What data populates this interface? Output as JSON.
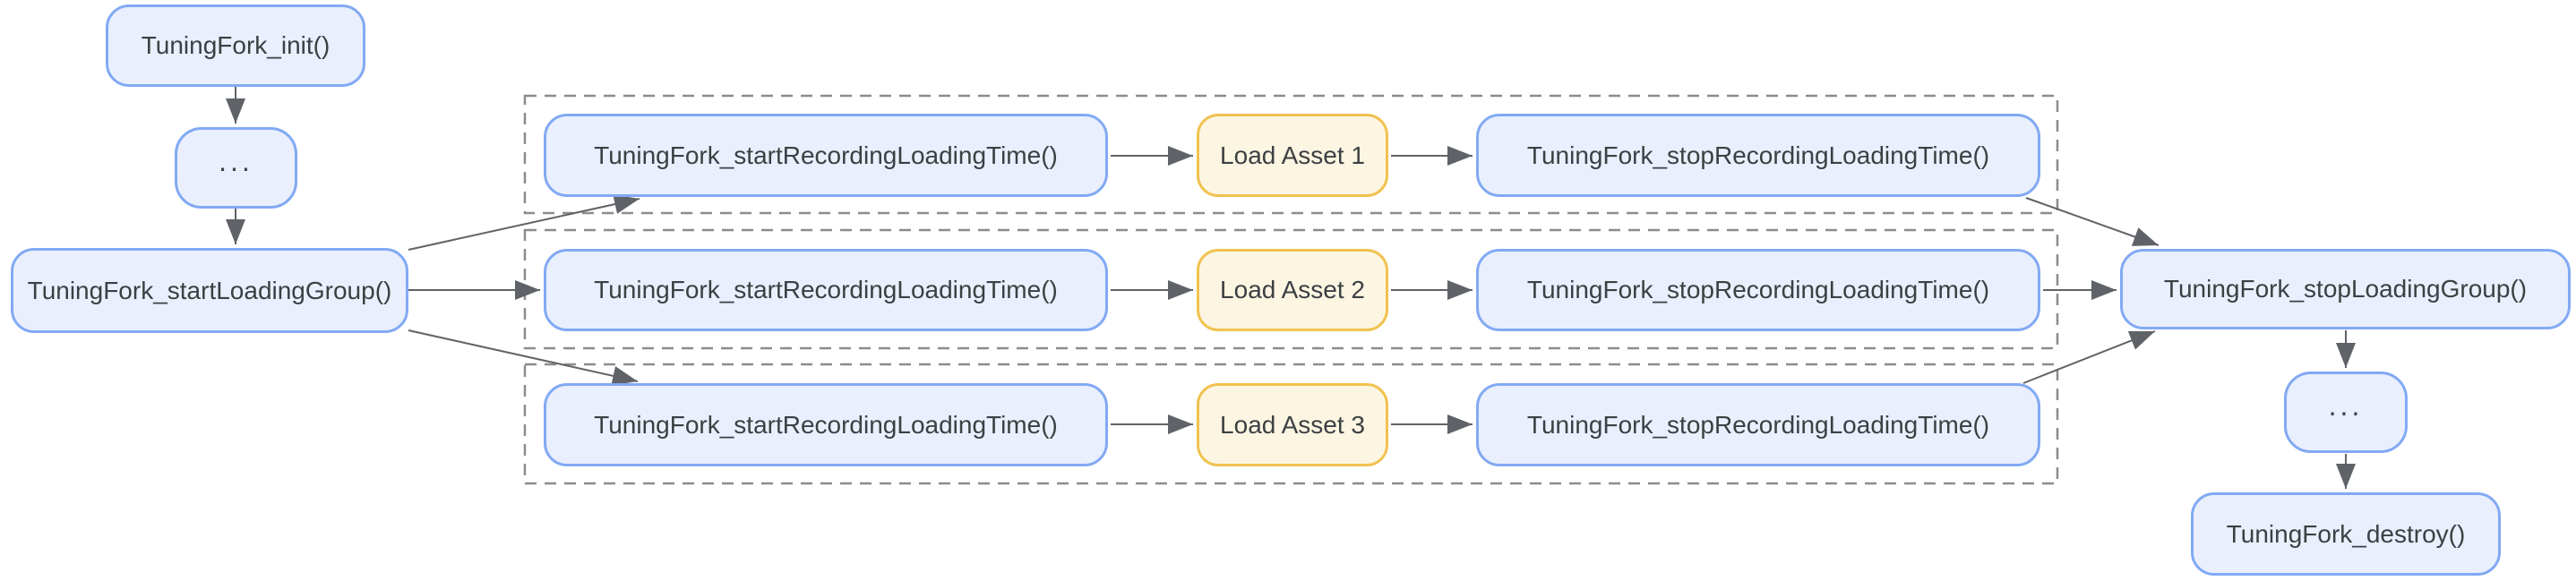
{
  "nodes": {
    "init": "TuningFork_init()",
    "ellipsis_top": "...",
    "start_loading_group": "TuningFork_startLoadingGroup()",
    "stop_loading_group": "TuningFork_stopLoadingGroup()",
    "ellipsis_bottom": "...",
    "destroy": "TuningFork_destroy()"
  },
  "asset_rows": [
    {
      "start": "TuningFork_startRecordingLoadingTime()",
      "asset": "Load Asset 1",
      "stop": "TuningFork_stopRecordingLoadingTime()"
    },
    {
      "start": "TuningFork_startRecordingLoadingTime()",
      "asset": "Load Asset 2",
      "stop": "TuningFork_stopRecordingLoadingTime()"
    },
    {
      "start": "TuningFork_startRecordingLoadingTime()",
      "asset": "Load Asset 3",
      "stop": "TuningFork_stopRecordingLoadingTime()"
    }
  ],
  "colors": {
    "node_fill": "#e9effc",
    "node_border": "#82a9f4",
    "asset_fill": "#fcf5e2",
    "asset_border": "#f1c24f",
    "text": "#3c4043",
    "connector": "#5f6368",
    "group_border": "#8c8c8c",
    "background": "#ffffff"
  }
}
